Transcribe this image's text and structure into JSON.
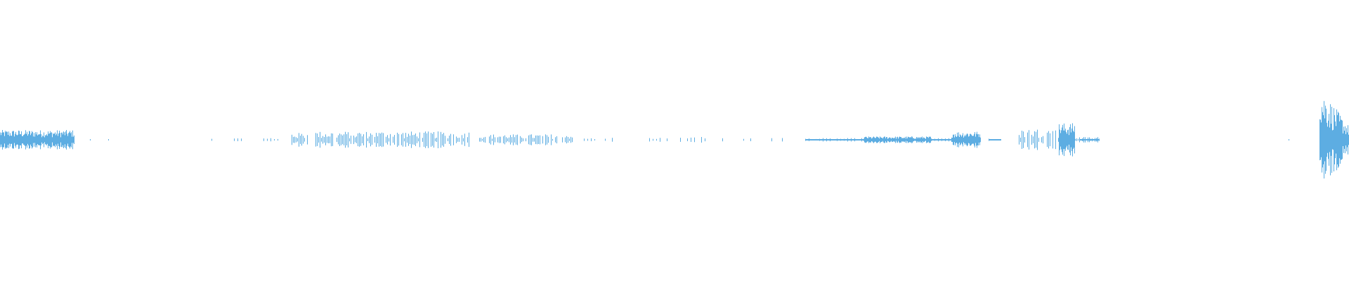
{
  "waveform": {
    "color": "#5dade2",
    "background": "#ffffff",
    "duration_fraction_segments": [
      {
        "start": 0.0,
        "end": 0.055,
        "amplitude": 0.035,
        "density": "dense"
      },
      {
        "start": 0.064,
        "end": 0.069,
        "amplitude": 0.004,
        "density": "sparse"
      },
      {
        "start": 0.08,
        "end": 0.082,
        "amplitude": 0.003,
        "density": "sparse"
      },
      {
        "start": 0.157,
        "end": 0.16,
        "amplitude": 0.006,
        "density": "sparse"
      },
      {
        "start": 0.168,
        "end": 0.185,
        "amplitude": 0.005,
        "density": "sparse"
      },
      {
        "start": 0.19,
        "end": 0.206,
        "amplitude": 0.006,
        "density": "sparse"
      },
      {
        "start": 0.216,
        "end": 0.23,
        "amplitude": 0.025,
        "density": "medium"
      },
      {
        "start": 0.234,
        "end": 0.348,
        "amplitude": 0.03,
        "density": "medium"
      },
      {
        "start": 0.355,
        "end": 0.425,
        "amplitude": 0.02,
        "density": "medium"
      },
      {
        "start": 0.433,
        "end": 0.455,
        "amplitude": 0.008,
        "density": "sparse"
      },
      {
        "start": 0.481,
        "end": 0.497,
        "amplitude": 0.008,
        "density": "sparse"
      },
      {
        "start": 0.504,
        "end": 0.537,
        "amplitude": 0.01,
        "density": "sparse"
      },
      {
        "start": 0.551,
        "end": 0.582,
        "amplitude": 0.007,
        "density": "sparse"
      },
      {
        "start": 0.597,
        "end": 0.64,
        "amplitude": 0.006,
        "density": "line"
      },
      {
        "start": 0.64,
        "end": 0.69,
        "amplitude": 0.012,
        "density": "dense"
      },
      {
        "start": 0.69,
        "end": 0.705,
        "amplitude": 0.006,
        "density": "line"
      },
      {
        "start": 0.705,
        "end": 0.727,
        "amplitude": 0.03,
        "density": "dense"
      },
      {
        "start": 0.733,
        "end": 0.742,
        "amplitude": 0.004,
        "density": "line"
      },
      {
        "start": 0.754,
        "end": 0.785,
        "amplitude": 0.04,
        "density": "medium"
      },
      {
        "start": 0.785,
        "end": 0.797,
        "amplitude": 0.06,
        "density": "dense"
      },
      {
        "start": 0.797,
        "end": 0.815,
        "amplitude": 0.01,
        "density": "medium"
      },
      {
        "start": 0.8,
        "end": 0.815,
        "amplitude": 0.004,
        "density": "line"
      },
      {
        "start": 0.955,
        "end": 0.962,
        "amplitude": 0.004,
        "density": "sparse"
      },
      {
        "start": 0.978,
        "end": 1.0,
        "amplitude": 0.19,
        "density": "dense"
      }
    ]
  }
}
